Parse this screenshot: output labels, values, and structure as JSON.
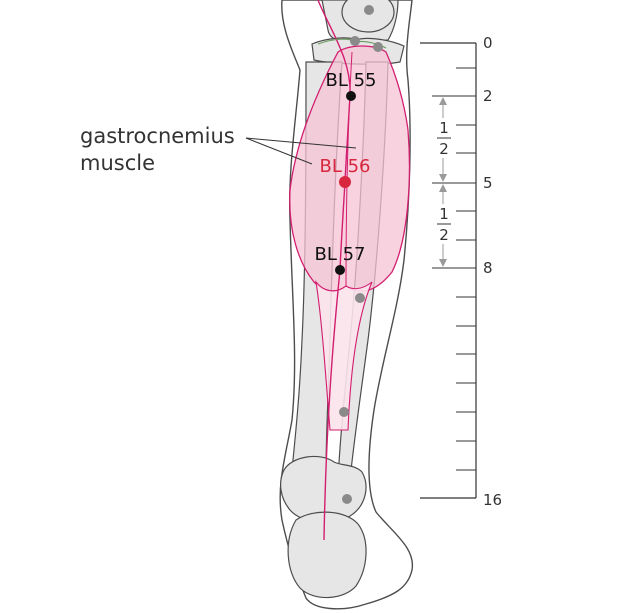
{
  "annotation": {
    "muscle_label_line1": "gastrocnemius",
    "muscle_label_line2": "muscle"
  },
  "points": [
    {
      "id": "bl55",
      "label": "BL 55",
      "color": "#111111"
    },
    {
      "id": "bl56",
      "label": "BL 56",
      "color": "#d7263d"
    },
    {
      "id": "bl57",
      "label": "BL 57",
      "color": "#111111"
    }
  ],
  "scale": {
    "major_labels": [
      "0",
      "2",
      "5",
      "8",
      "16"
    ],
    "fraction": {
      "numerator": "1",
      "denominator": "2"
    }
  },
  "colors": {
    "outline": "#4d4d4d",
    "bone_fill": "#e6e6e6",
    "muscle_fill": "#f7c3d6",
    "muscle_stroke": "#d21e6e",
    "meridian": "#d21e6e",
    "highlight_point": "#d7263d"
  }
}
